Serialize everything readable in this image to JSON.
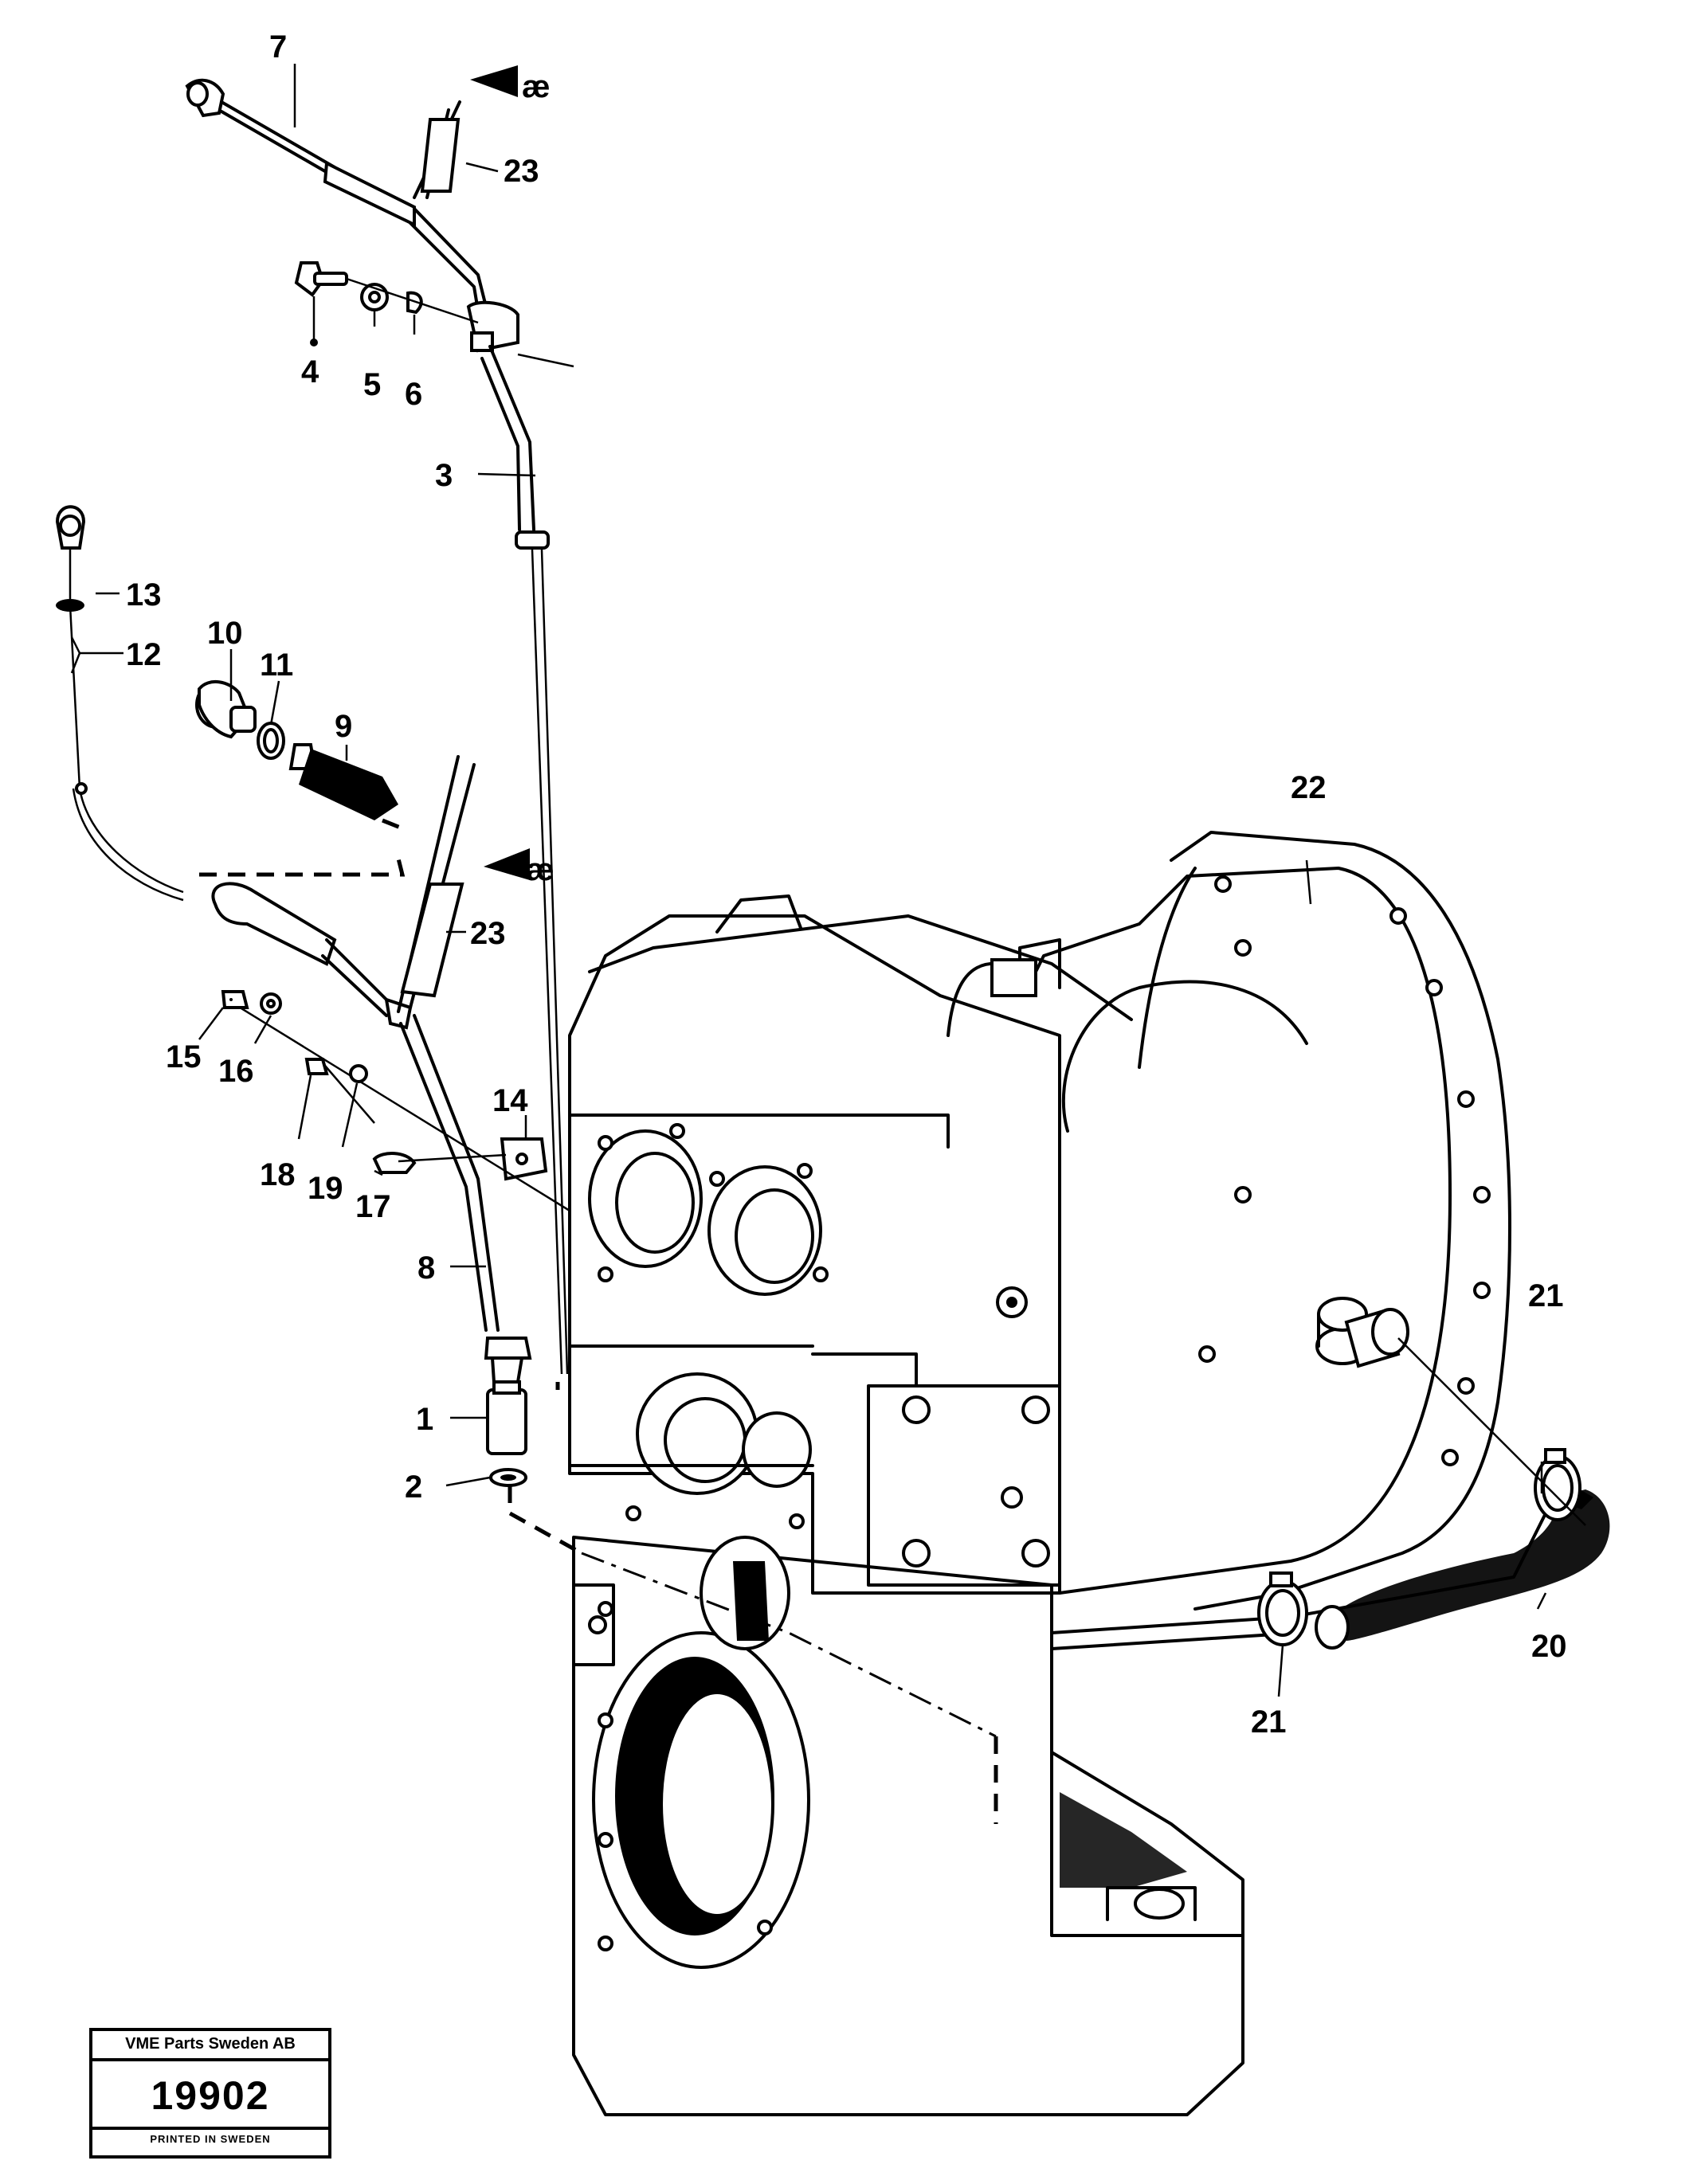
{
  "callouts": {
    "c1": "1",
    "c2": "2",
    "c3": "3",
    "c4": "4",
    "c5": "5",
    "c6": "6",
    "c7": "7",
    "c8": "8",
    "c9": "9",
    "c10": "10",
    "c11": "11",
    "c12": "12",
    "c13": "13",
    "c14": "14",
    "c15": "15",
    "c16": "16",
    "c17": "17",
    "c18": "18",
    "c19": "19",
    "c20": "20",
    "c21a": "21",
    "c21b": "21",
    "c22": "22",
    "c23a": "23",
    "c23b": "23"
  },
  "markers": {
    "upper": "æ",
    "lower": "æ"
  },
  "stamp": {
    "company": "VME Parts Sweden AB",
    "number": "19902",
    "printed": "PRINTED IN SWEDEN"
  }
}
